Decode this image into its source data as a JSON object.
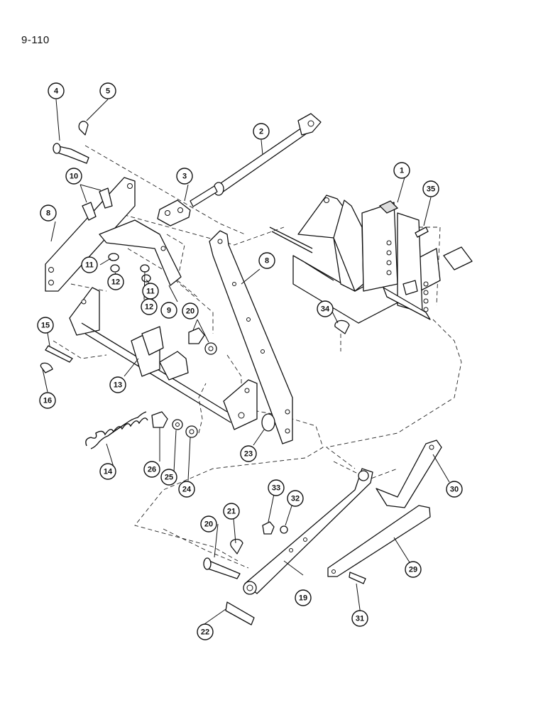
{
  "page": {
    "number": "9-110"
  },
  "callouts": [
    {
      "id": "c4",
      "label": "4"
    },
    {
      "id": "c5",
      "label": "5"
    },
    {
      "id": "c2",
      "label": "2"
    },
    {
      "id": "c10",
      "label": "10"
    },
    {
      "id": "c3",
      "label": "3"
    },
    {
      "id": "c1",
      "label": "1"
    },
    {
      "id": "c35",
      "label": "35"
    },
    {
      "id": "c8a",
      "label": "8"
    },
    {
      "id": "c8b",
      "label": "8"
    },
    {
      "id": "c11a",
      "label": "11"
    },
    {
      "id": "c12a",
      "label": "12"
    },
    {
      "id": "c11b",
      "label": "11"
    },
    {
      "id": "c12b",
      "label": "12"
    },
    {
      "id": "c9",
      "label": "9"
    },
    {
      "id": "c20a",
      "label": "20"
    },
    {
      "id": "c34",
      "label": "34"
    },
    {
      "id": "c15",
      "label": "15"
    },
    {
      "id": "c16",
      "label": "16"
    },
    {
      "id": "c13",
      "label": "13"
    },
    {
      "id": "c14",
      "label": "14"
    },
    {
      "id": "c26",
      "label": "26"
    },
    {
      "id": "c25",
      "label": "25"
    },
    {
      "id": "c24",
      "label": "24"
    },
    {
      "id": "c23",
      "label": "23"
    },
    {
      "id": "c30",
      "label": "30"
    },
    {
      "id": "c33",
      "label": "33"
    },
    {
      "id": "c32",
      "label": "32"
    },
    {
      "id": "c21",
      "label": "21"
    },
    {
      "id": "c20b",
      "label": "20"
    },
    {
      "id": "c29",
      "label": "29"
    },
    {
      "id": "c19",
      "label": "19"
    },
    {
      "id": "c22",
      "label": "22"
    },
    {
      "id": "c31",
      "label": "31"
    }
  ]
}
